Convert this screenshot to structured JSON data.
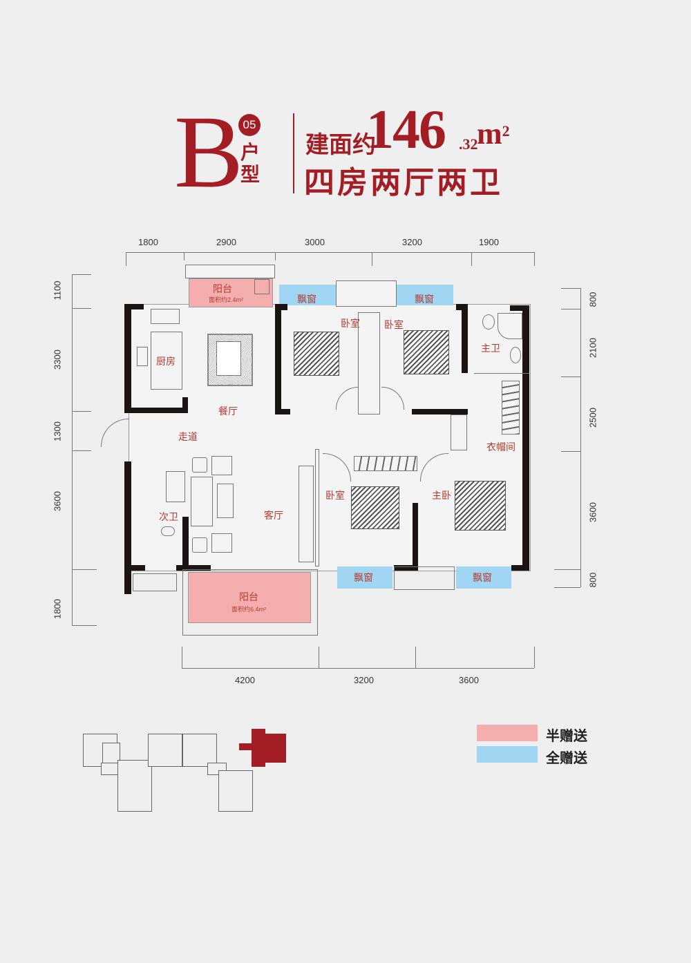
{
  "header": {
    "unit_letter": "B",
    "unit_number": "05",
    "unit_type_label": "户型",
    "area_prefix": "建面约",
    "area_integer": "146",
    "area_decimal": ".32",
    "area_unit": "m",
    "area_unit_sup": "2",
    "layout": "四房两厅两卫"
  },
  "dimensions": {
    "top": [
      "1800",
      "2900",
      "3000",
      "3200",
      "1900"
    ],
    "bottom": [
      "4200",
      "3200",
      "3600"
    ],
    "left": [
      "1100",
      "3300",
      "1300",
      "3600",
      "1800"
    ],
    "right": [
      "800",
      "2100",
      "2500",
      "3600",
      "800"
    ]
  },
  "rooms": {
    "balcony_small": {
      "label": "阳台",
      "area": "面积约2.4m²"
    },
    "bay_window_1": "飘窗",
    "bay_window_2": "飘窗",
    "bay_window_3": "飘窗",
    "bay_window_4": "飘窗",
    "kitchen": "厨房",
    "dining": "餐厅",
    "corridor": "走道",
    "living": "客厅",
    "bath_secondary": "次卫",
    "bedroom_1": "卧室",
    "bedroom_2": "卧室",
    "bedroom_3": "卧室",
    "master_bedroom": "主卧",
    "master_bath": "主卫",
    "walk_in_closet": "衣帽间",
    "balcony_large": {
      "label": "阳台",
      "area": "面积约6.4m²"
    }
  },
  "legend": [
    {
      "label": "半赠送",
      "color": "#f4aeae"
    },
    {
      "label": "全赠送",
      "color": "#a1d6f3"
    }
  ],
  "colors": {
    "brand_red": "#a31d24",
    "half_gift_pink": "#f4aeae",
    "full_gift_blue": "#a1d6f3",
    "wall": "#1a1413"
  }
}
